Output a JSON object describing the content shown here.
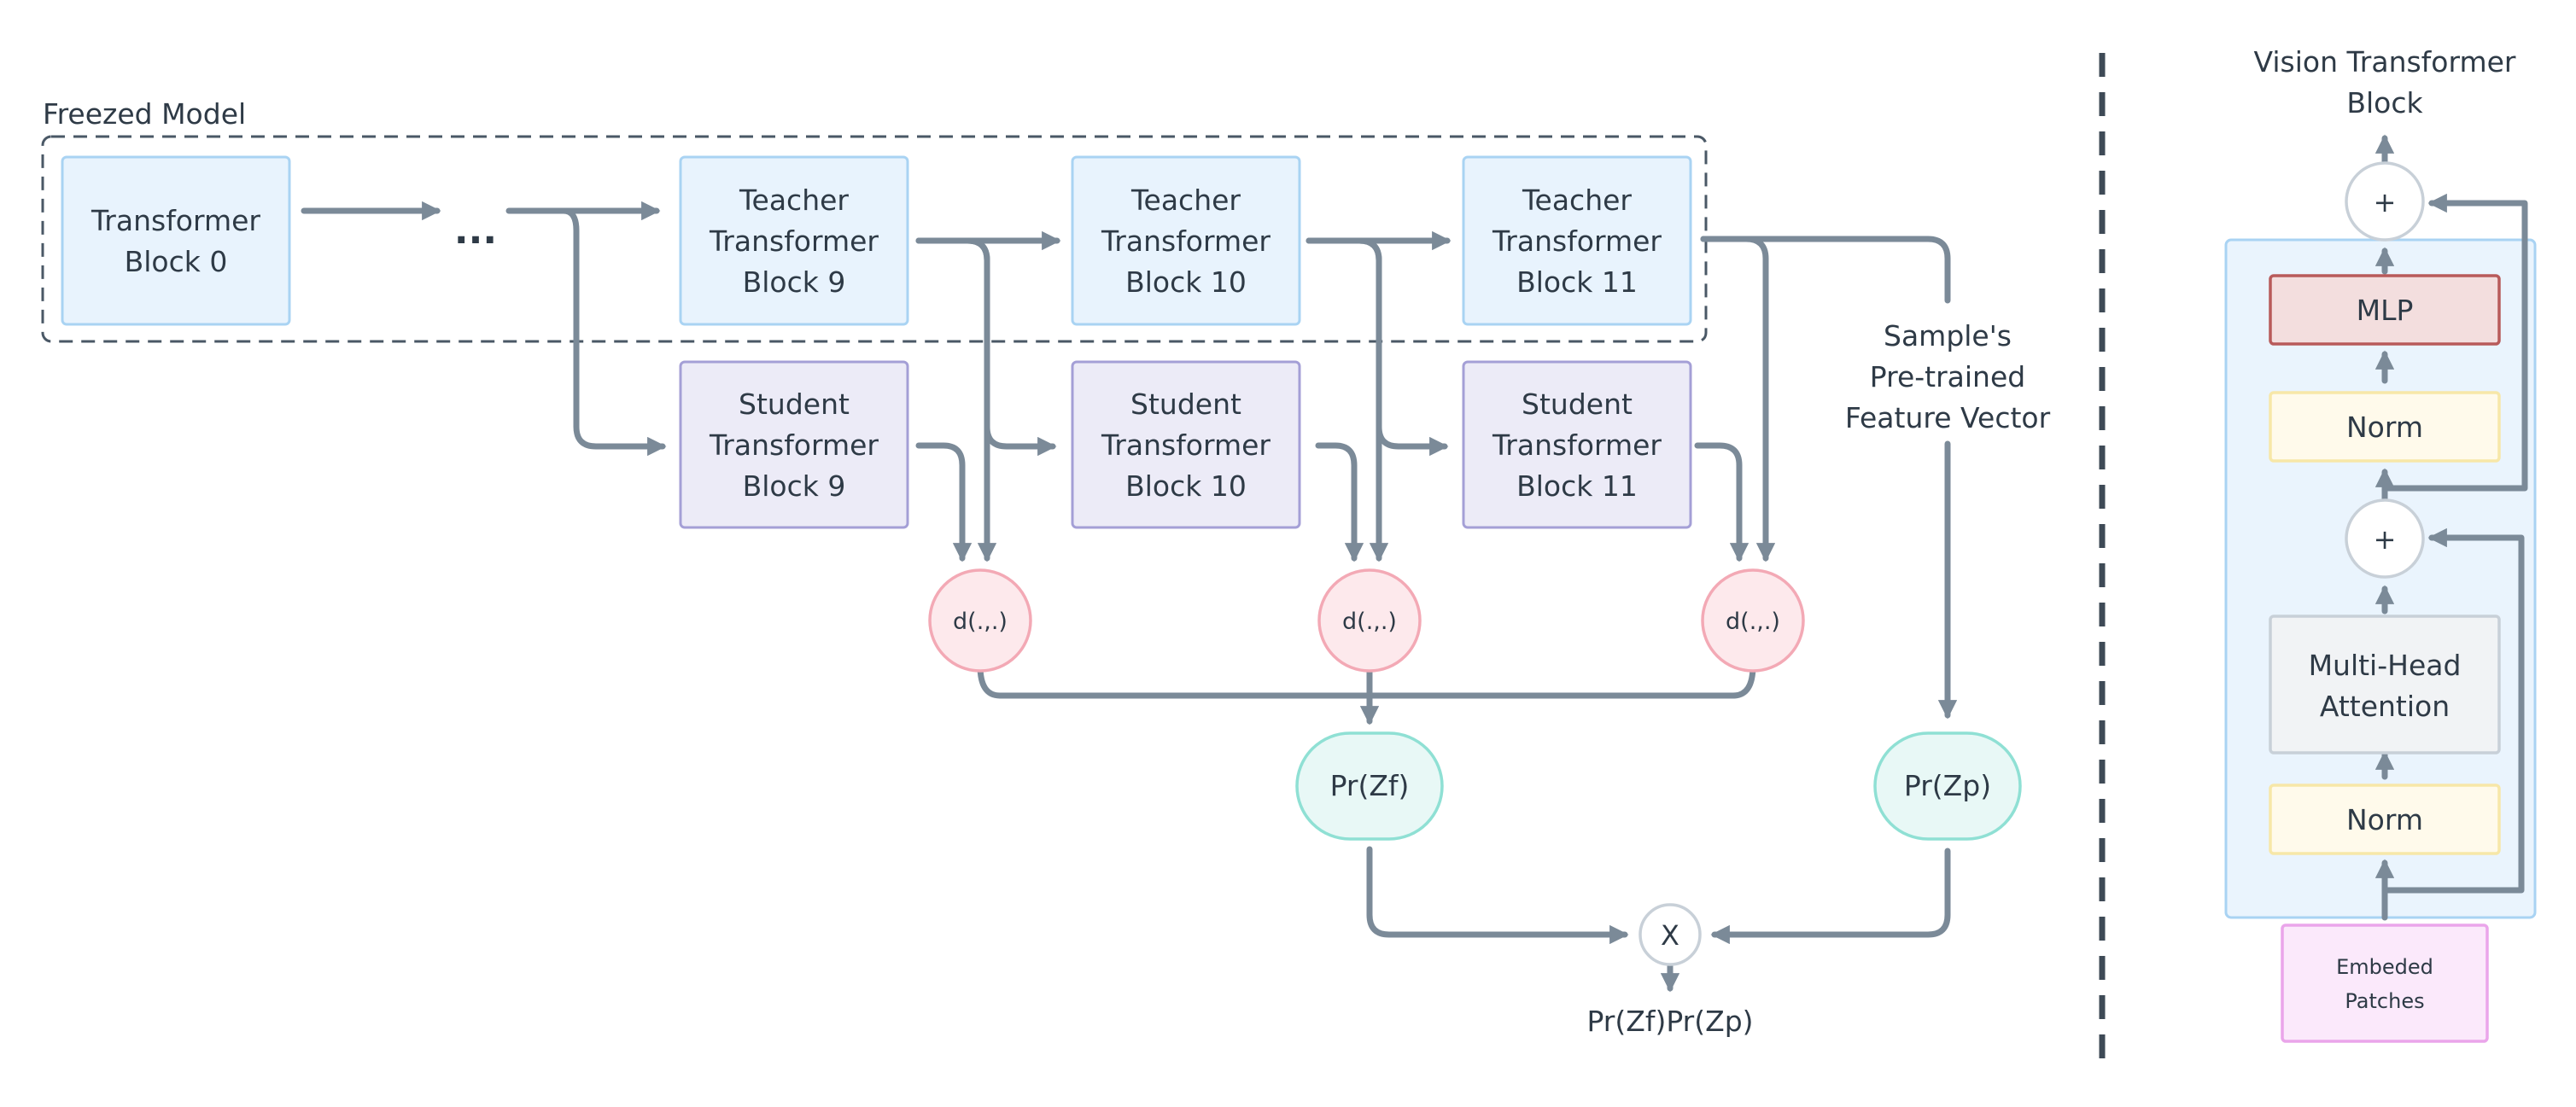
{
  "colors": {
    "edge": "#7b8a98",
    "blue_fill": "#e8f3fd",
    "blue_stroke": "#a9d3f3",
    "purple_fill": "#ecebf7",
    "purple_stroke": "#a49fd6",
    "pink_fill": "#fde9ec",
    "pink_stroke": "#f3a9b5",
    "teal_fill": "#e8f8f6",
    "teal_stroke": "#8fe0d4",
    "yellow_fill": "#fffaeb",
    "yellow_stroke": "#f7e7a8",
    "red_fill": "#f3dede",
    "red_stroke": "#b85a5a",
    "gray_fill": "#f1f3f5",
    "gray_stroke": "#c8d0d8",
    "magenta_fill": "#fbe9fb",
    "magenta_stroke": "#eaa5ea"
  },
  "left": {
    "group_label": "Freezed Model",
    "block0": [
      "Transformer",
      "Block 0"
    ],
    "ellipsis": "...",
    "teacher9": [
      "Teacher",
      "Transformer",
      "Block 9"
    ],
    "teacher10": [
      "Teacher",
      "Transformer",
      "Block 10"
    ],
    "teacher11": [
      "Teacher",
      "Transformer",
      "Block 11"
    ],
    "student9": [
      "Student",
      "Transformer",
      "Block 9"
    ],
    "student10": [
      "Student",
      "Transformer",
      "Block 10"
    ],
    "student11": [
      "Student",
      "Transformer",
      "Block 11"
    ],
    "distance": "d(.,.)",
    "feature_label": [
      "Sample's",
      "Pre-trained",
      "Feature Vector"
    ],
    "prob_f": "Pr(Zf)",
    "prob_p": "Pr(Zp)",
    "multiply": "X",
    "product": "Pr(Zf)Pr(Zp)"
  },
  "right": {
    "title": [
      "Vision Transformer",
      "Block"
    ],
    "plus": "+",
    "mlp": "MLP",
    "norm": "Norm",
    "attention": [
      "Multi-Head",
      "Attention"
    ],
    "patches": [
      "Embeded",
      "Patches"
    ]
  }
}
